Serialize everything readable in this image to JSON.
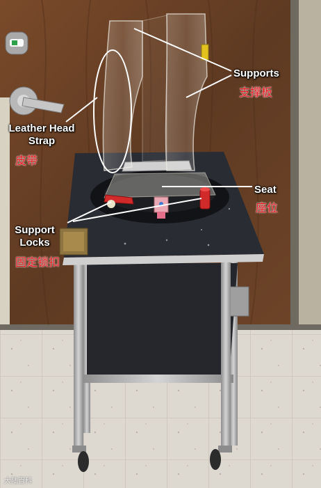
{
  "labels": {
    "supports": {
      "en": "Supports",
      "cn": "支撑板"
    },
    "leather_head_strap": {
      "en_line1": "Leather Head",
      "en_line2": "Strap",
      "cn": "皮带"
    },
    "seat": {
      "en": "Seat",
      "cn": "座位"
    },
    "support_locks": {
      "en_line1": "Support",
      "en_line2": "Locks",
      "cn": "固定锁扣"
    }
  },
  "watermark": "大陆百科",
  "colors": {
    "label_text": "#ffffff",
    "label_cn": "#e8141c",
    "door_wood": "#6b4226",
    "table_top": "#2a2c33",
    "floor_tile": "#dcd7cf"
  }
}
